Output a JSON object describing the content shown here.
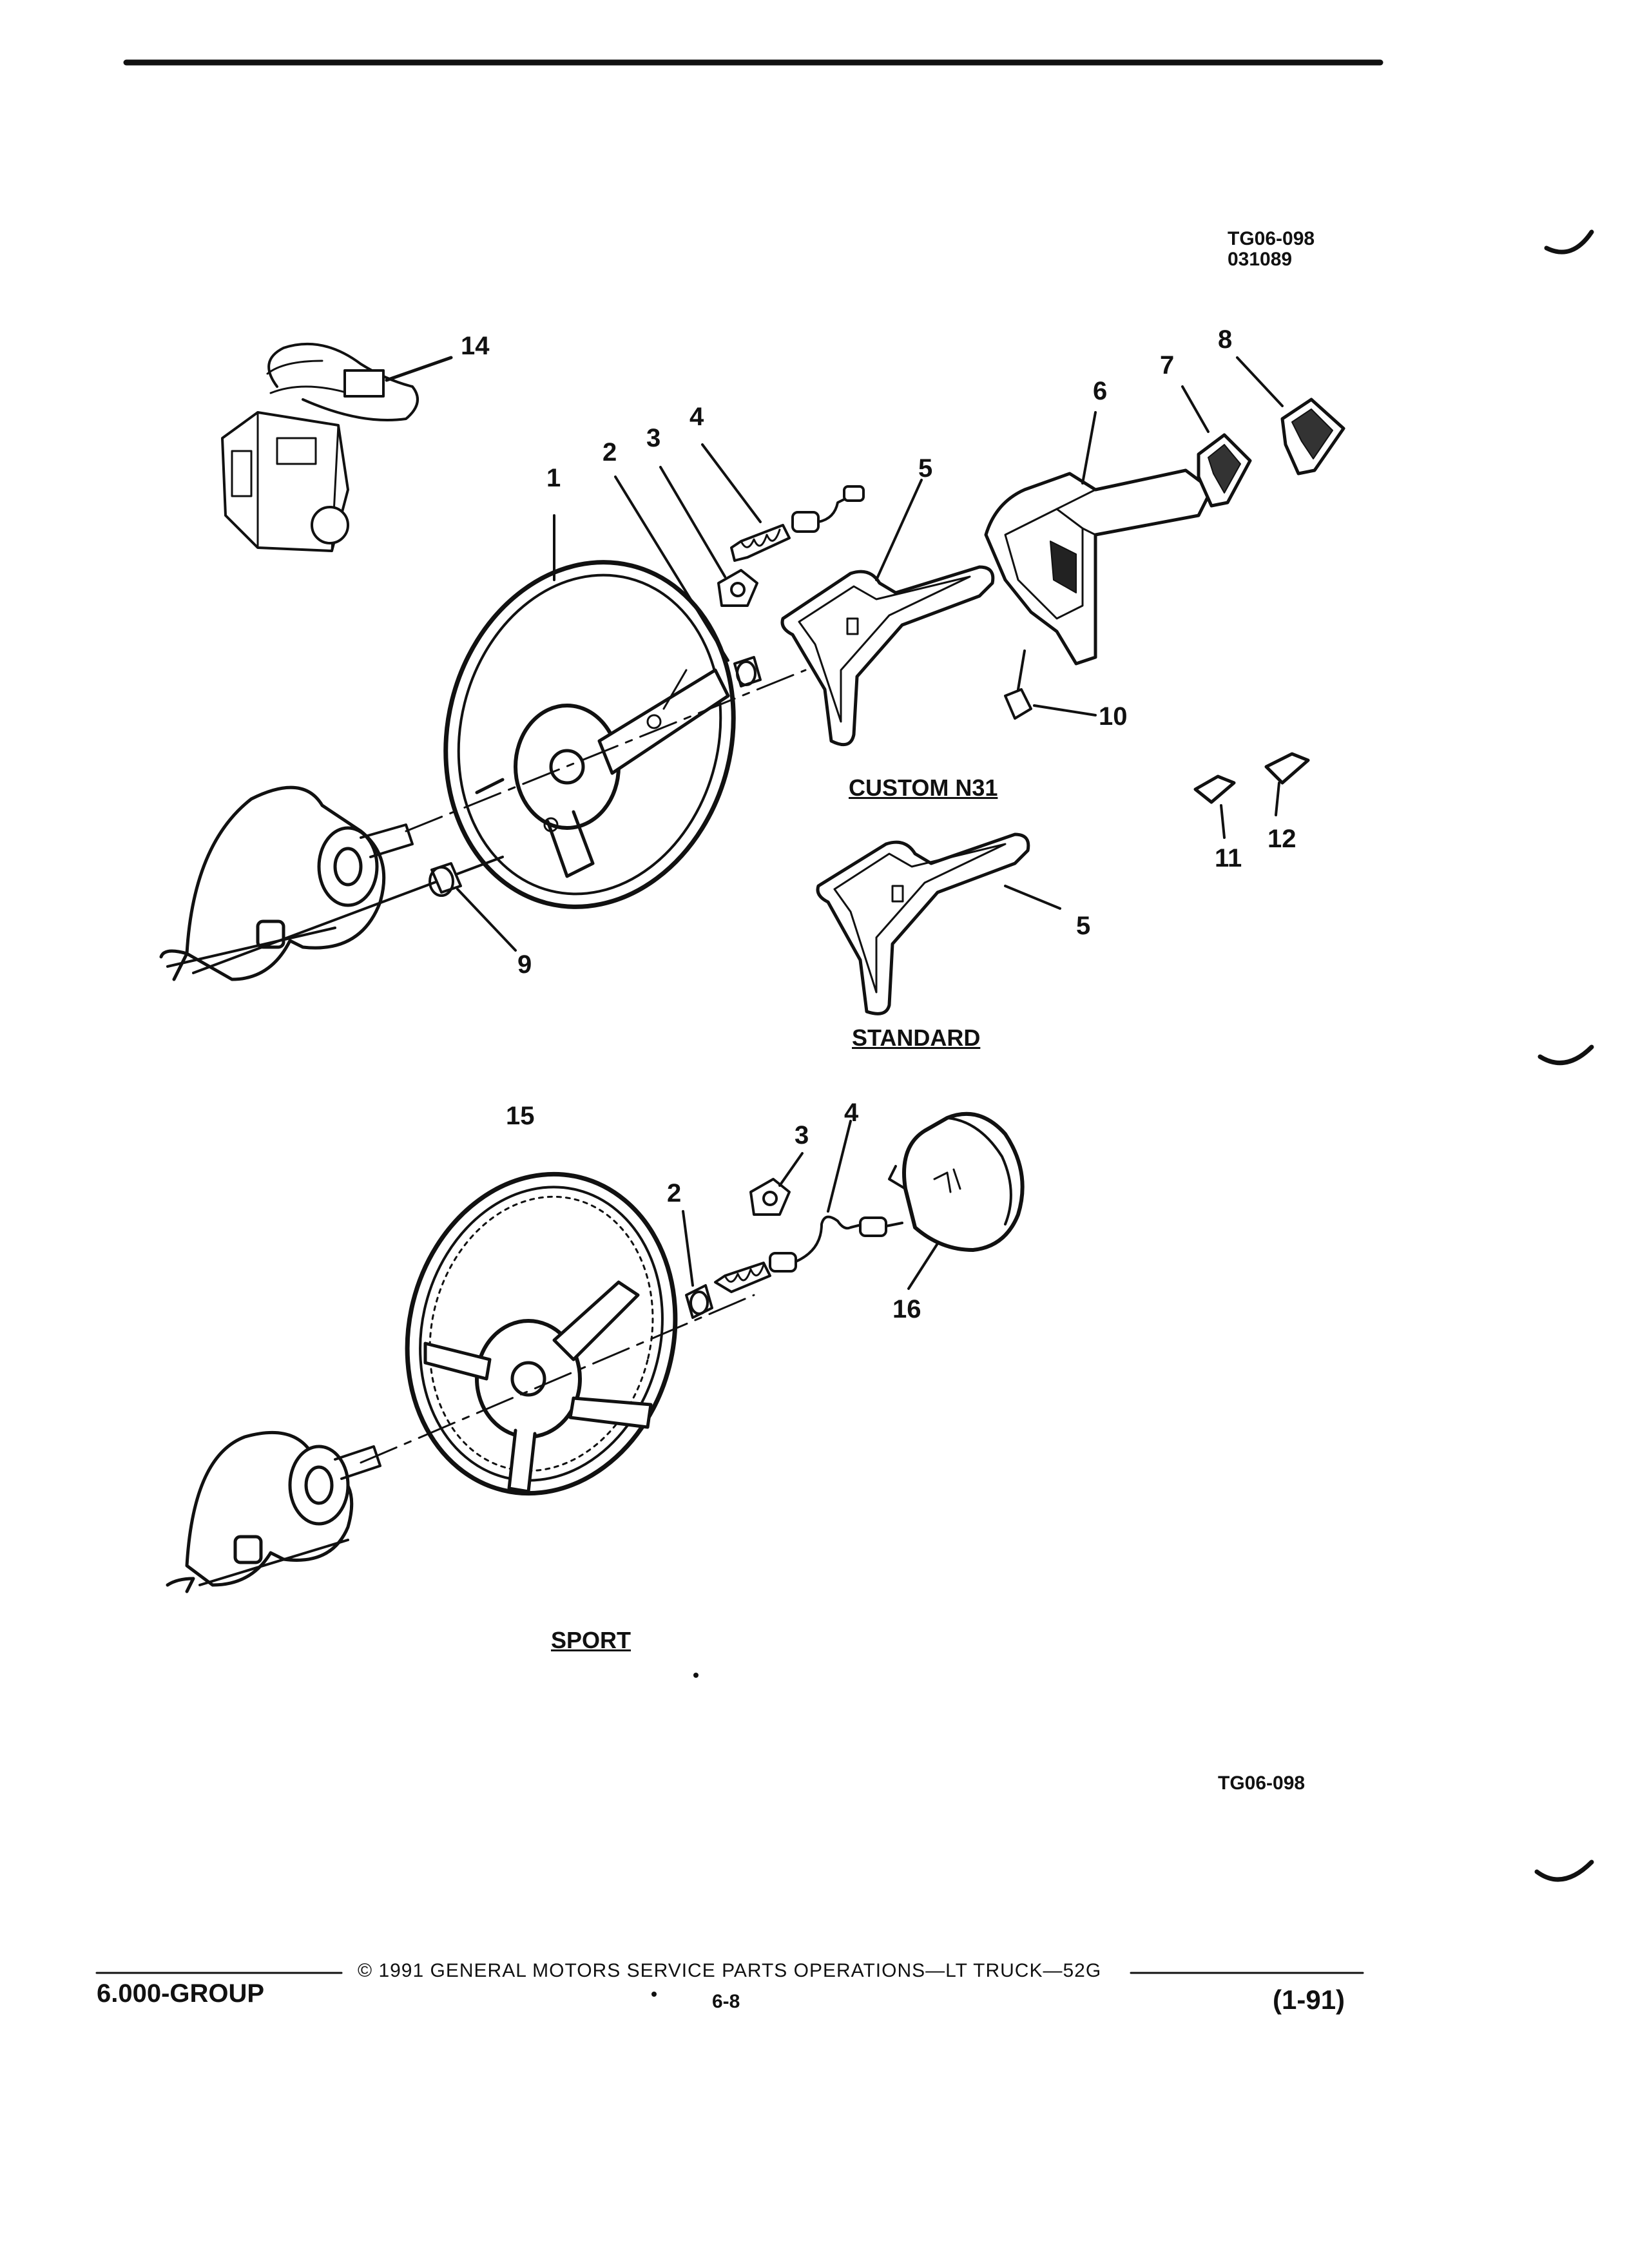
{
  "header": {
    "ref_code": "TG06-098",
    "ref_date": "031089"
  },
  "callouts": {
    "c1": "1",
    "c2": "2",
    "c3": "3",
    "c4": "4",
    "c5": "5",
    "c6": "6",
    "c7": "7",
    "c8": "8",
    "c9": "9",
    "c10": "10",
    "c11": "11",
    "c12": "12",
    "c14": "14",
    "c5b": "5",
    "c15": "15",
    "c2b": "2",
    "c3b": "3",
    "c4b": "4",
    "c16": "16"
  },
  "captions": {
    "custom": "CUSTOM N31",
    "standard": "STANDARD",
    "sport": "SPORT"
  },
  "bottom_ref": "TG06-098",
  "footer": {
    "group": "6.000-GROUP",
    "copyright": "© 1991 GENERAL MOTORS SERVICE PARTS OPERATIONS—LT TRUCK—52G",
    "page": "6-8",
    "revision": "(1-91)"
  }
}
